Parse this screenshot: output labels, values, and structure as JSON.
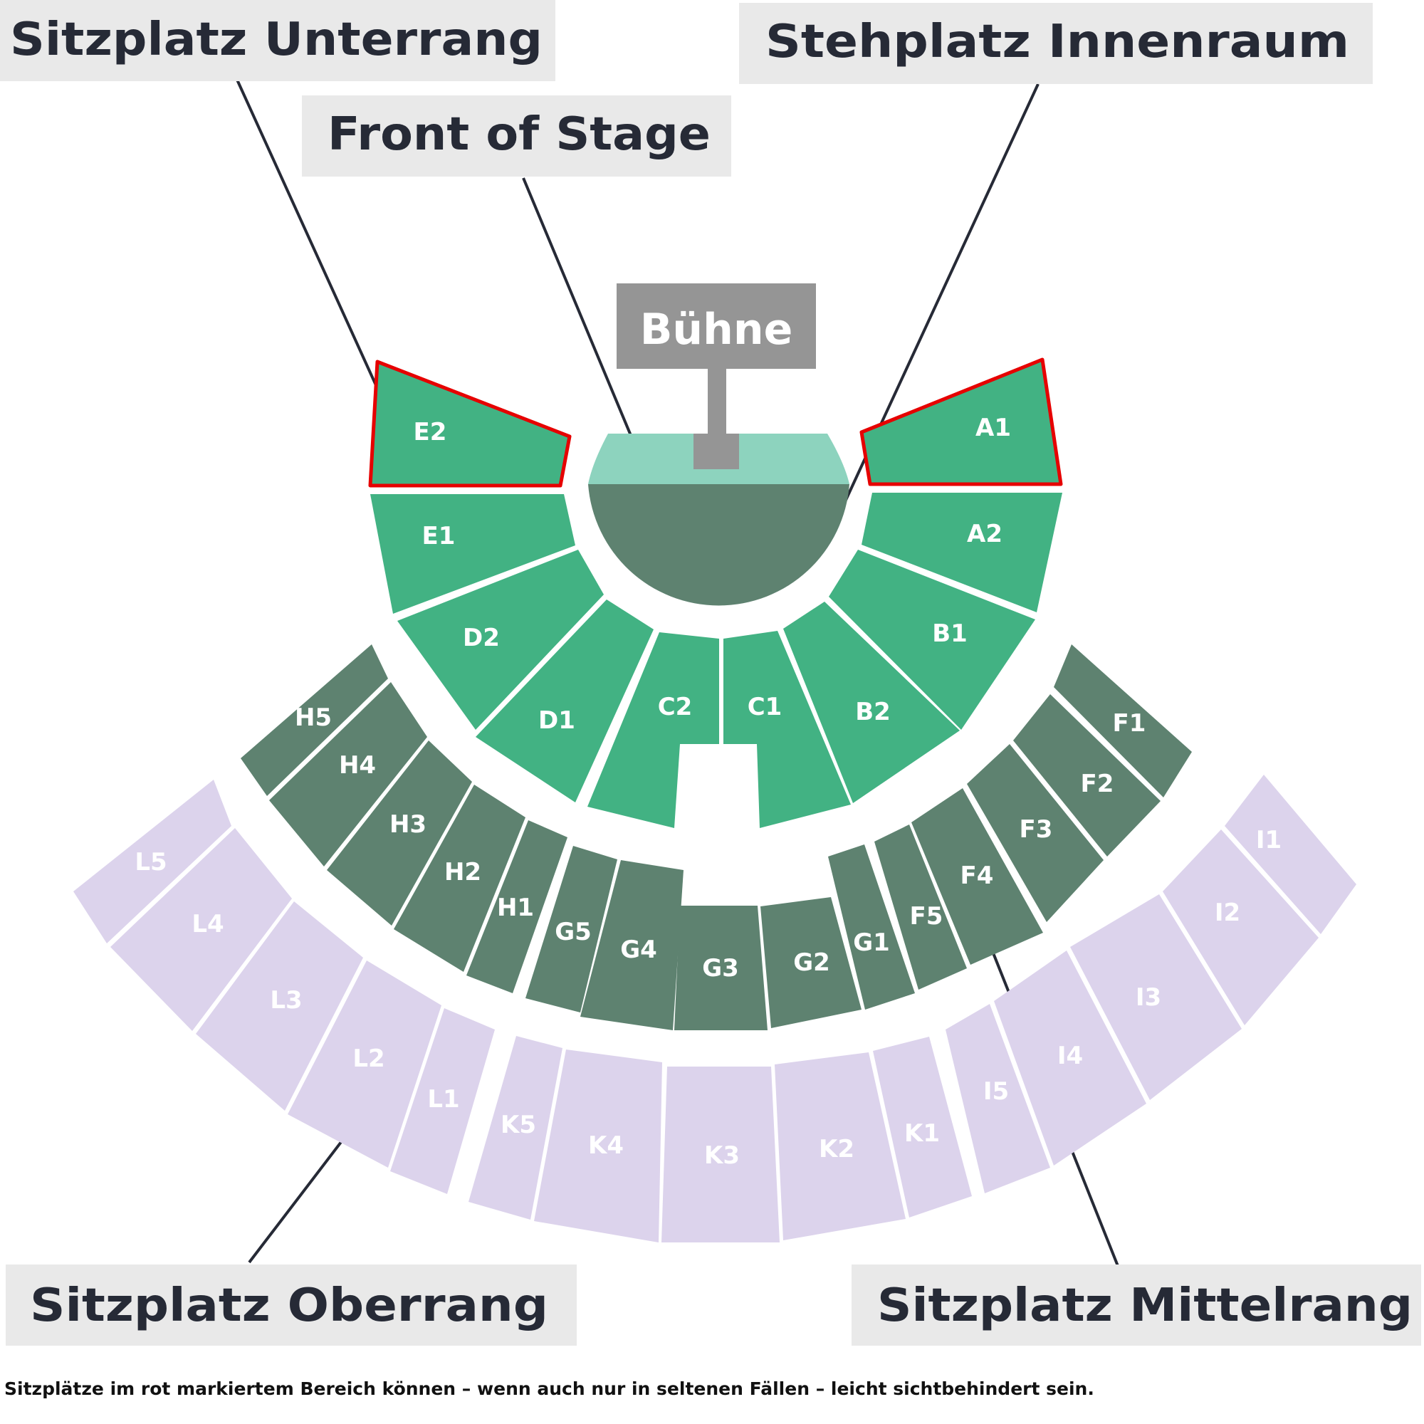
{
  "colors": {
    "lower_tier": "#42b283",
    "middle_tier": "#5e8270",
    "upper_tier": "#dcd3ec",
    "standing": "#5e8270",
    "front_of_stage": "#8dd3be",
    "stage": "#959595",
    "restricted_outline": "#e60000",
    "callout_bg": "#e9e9e9",
    "callout_text": "#262a36"
  },
  "stage": {
    "label": "Bühne"
  },
  "callouts": {
    "unterrang": "Sitzplatz Unterrang",
    "innenraum": "Stehplatz Innenraum",
    "front_of_stage": "Front of Stage",
    "oberrang": "Sitzplatz Oberrang",
    "mittelrang": "Sitzplatz Mittelrang"
  },
  "sections": {
    "E2": "E2",
    "E1": "E1",
    "D2": "D2",
    "D1": "D1",
    "C2": "C2",
    "C1": "C1",
    "B2": "B2",
    "B1": "B1",
    "A2": "A2",
    "A1": "A1",
    "H5": "H5",
    "H4": "H4",
    "H3": "H3",
    "H2": "H2",
    "H1": "H1",
    "G5": "G5",
    "G4": "G4",
    "G3": "G3",
    "G2": "G2",
    "G1": "G1",
    "F5": "F5",
    "F4": "F4",
    "F3": "F3",
    "F2": "F2",
    "F1": "F1",
    "L5": "L5",
    "L4": "L4",
    "L3": "L3",
    "L2": "L2",
    "L1": "L1",
    "K5": "K5",
    "K4": "K4",
    "K3": "K3",
    "K2": "K2",
    "K1": "K1",
    "I5": "I5",
    "I4": "I4",
    "I3": "I3",
    "I2": "I2",
    "I1": "I1"
  },
  "note": "Sitzplätze im rot markiertem Bereich können – wenn auch nur in seltenen Fällen – leicht sichtbehindert sein."
}
